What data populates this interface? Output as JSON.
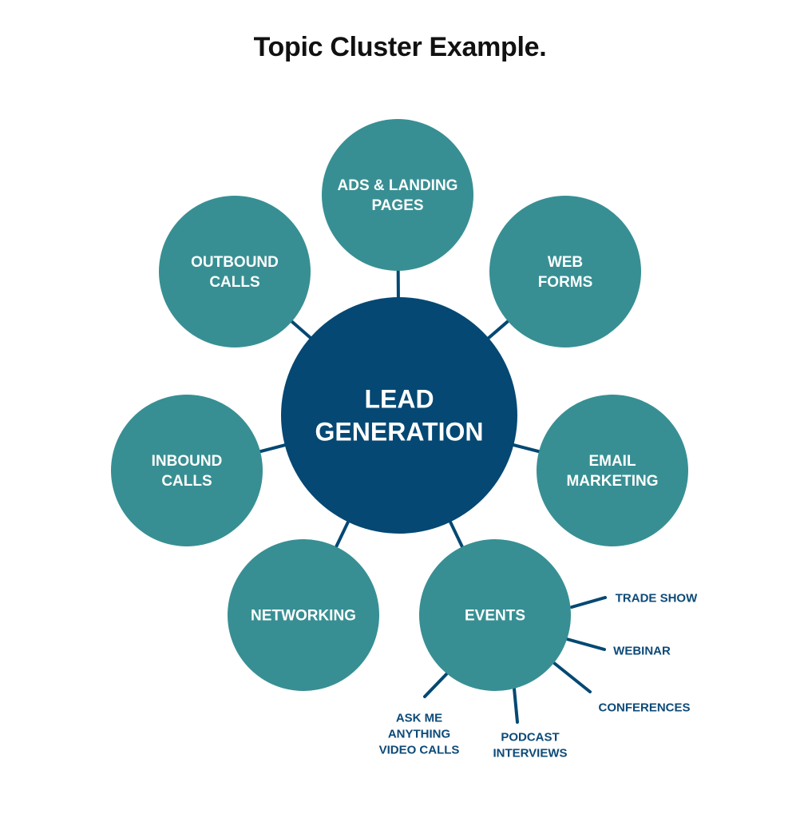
{
  "title": "Topic Cluster Example.",
  "colors": {
    "hub": "#044873",
    "spoke": "#378f93",
    "connector": "#044873",
    "subtopic_text": "#0c4a78"
  },
  "hub": {
    "lines": [
      "LEAD",
      "GENERATION"
    ]
  },
  "spokes": [
    {
      "id": "ads-landing-pages",
      "lines": [
        "ADS & LANDING",
        "PAGES"
      ]
    },
    {
      "id": "web-forms",
      "lines": [
        "WEB",
        "FORMS"
      ]
    },
    {
      "id": "email-marketing",
      "lines": [
        "EMAIL",
        "MARKETING"
      ]
    },
    {
      "id": "events",
      "lines": [
        "EVENTS"
      ]
    },
    {
      "id": "networking",
      "lines": [
        "NETWORKING"
      ]
    },
    {
      "id": "inbound-calls",
      "lines": [
        "INBOUND",
        "CALLS"
      ]
    },
    {
      "id": "outbound-calls",
      "lines": [
        "OUTBOUND",
        "CALLS"
      ]
    }
  ],
  "event_subtopics": [
    {
      "id": "trade-show",
      "lines": [
        "TRADE SHOW"
      ]
    },
    {
      "id": "webinar",
      "lines": [
        "WEBINAR"
      ]
    },
    {
      "id": "conferences",
      "lines": [
        "CONFERENCES"
      ]
    },
    {
      "id": "podcast-interviews",
      "lines": [
        "PODCAST",
        "INTERVIEWS"
      ]
    },
    {
      "id": "ask-me-anything-video-calls",
      "lines": [
        "ASK ME",
        "ANYTHING",
        "VIDEO CALLS"
      ]
    }
  ]
}
